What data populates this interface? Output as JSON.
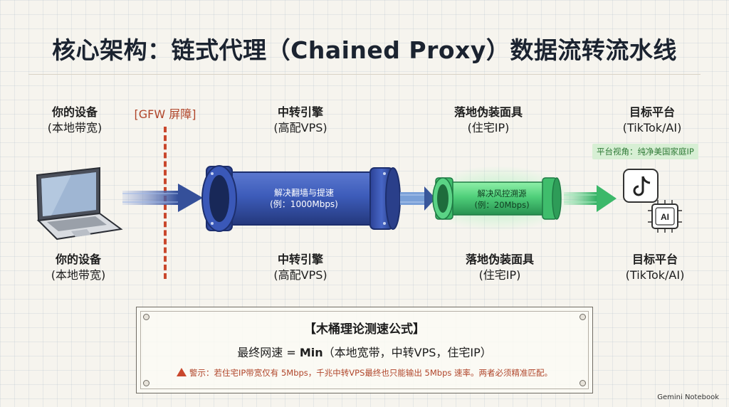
{
  "title": "核心架构：链式代理（Chained Proxy）数据流转流水线",
  "gfw_label": "[GFW 屏障]",
  "top_labels": [
    {
      "name": "你的设备",
      "sub": "(本地带宽)"
    },
    {
      "name": "中转引擎",
      "sub": "(高配VPS)"
    },
    {
      "name": "落地伪装面具",
      "sub": "(住宅IP)"
    },
    {
      "name": "目标平台",
      "sub": "(TikTok/AI)"
    }
  ],
  "bottom_labels": [
    {
      "name": "你的设备",
      "sub": "(本地带宽)"
    },
    {
      "name": "中转引擎",
      "sub": "(高配VPS)"
    },
    {
      "name": "落地伪装面具",
      "sub": "(住宅IP)"
    },
    {
      "name": "目标平台",
      "sub": "(TikTok/AI)"
    }
  ],
  "platform_tag": "平台视角：纯净美国家庭IP",
  "relay_pipe": {
    "line1": "解决翻墙与提速",
    "line2": "(例：1000Mbps)"
  },
  "landing_pipe": {
    "line1": "解决风控溯源",
    "line2": "(例：20Mbps)"
  },
  "ai_chip_text": "AI",
  "formula": {
    "title": "【木桶理论测速公式】",
    "eq_prefix": "最终网速 = ",
    "eq_min": "Min",
    "eq_args": "（本地宽带，中转VPS，住宅IP）",
    "warning": "警示：若住宅IP带宽仅有 5Mbps，千兆中转VPS最终也只能输出 5Mbps 速率。两者必须精准匹配。"
  },
  "brand": "Gemini Notebook",
  "colors": {
    "relay": "#3550a8",
    "landing": "#4fcf7a",
    "gfw": "#c9472c",
    "arrow_blue": "#35509a",
    "arrow_green": "#3cb86a"
  }
}
